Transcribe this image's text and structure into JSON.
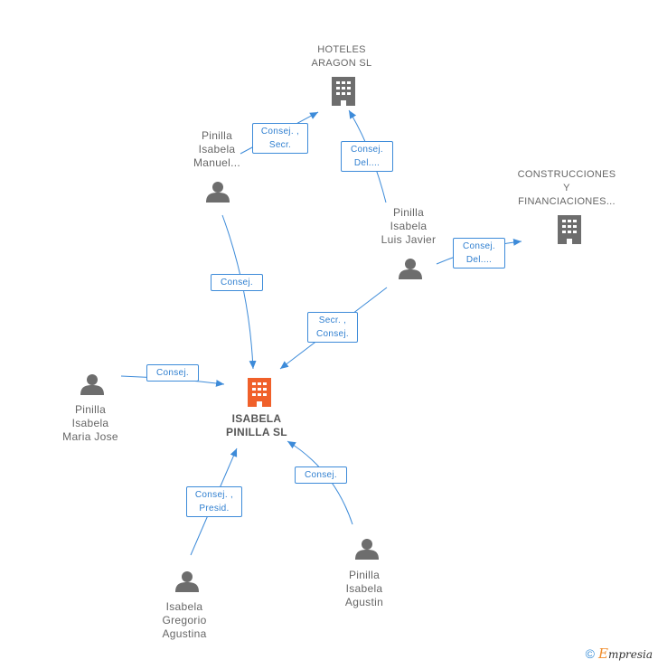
{
  "nodes": {
    "center": {
      "lines": [
        "ISABELA",
        "PINILLA  SL"
      ]
    },
    "hoteles": {
      "lines": [
        "HOTELES",
        "ARAGON SL"
      ]
    },
    "construcciones": {
      "lines": [
        "CONSTRUCCIONES",
        "Y",
        "FINANCIACIONES..."
      ]
    },
    "manuel": {
      "lines": [
        "Pinilla",
        "Isabela",
        "Manuel..."
      ]
    },
    "luis": {
      "lines": [
        "Pinilla",
        "Isabela",
        "Luis Javier"
      ]
    },
    "maria": {
      "lines": [
        "Pinilla",
        "Isabela",
        "Maria Jose"
      ]
    },
    "gregorio": {
      "lines": [
        "Isabela",
        "Gregorio",
        "Agustina"
      ]
    },
    "agustin": {
      "lines": [
        "Pinilla",
        "Isabela",
        "Agustin"
      ]
    }
  },
  "edges": {
    "manuel_hoteles": {
      "lines": [
        "Consej. ,",
        "Secr."
      ]
    },
    "luis_hoteles": {
      "lines": [
        "Consej.",
        "Del...."
      ]
    },
    "luis_construcciones": {
      "lines": [
        "Consej.",
        "Del...."
      ]
    },
    "manuel_center": {
      "lines": [
        "Consej."
      ]
    },
    "luis_center": {
      "lines": [
        "Secr. ,",
        "Consej."
      ]
    },
    "maria_center": {
      "lines": [
        "Consej."
      ]
    },
    "gregorio_center": {
      "lines": [
        "Consej. ,",
        "Presid."
      ]
    },
    "agustin_center": {
      "lines": [
        "Consej."
      ]
    }
  },
  "colors": {
    "edge": "#3d8bd9",
    "person": "#6d6d6d",
    "company": "#6d6d6d",
    "center_company": "#f0602a"
  },
  "brand": {
    "copyright": "©",
    "initial": "E",
    "rest": "mpresia"
  }
}
